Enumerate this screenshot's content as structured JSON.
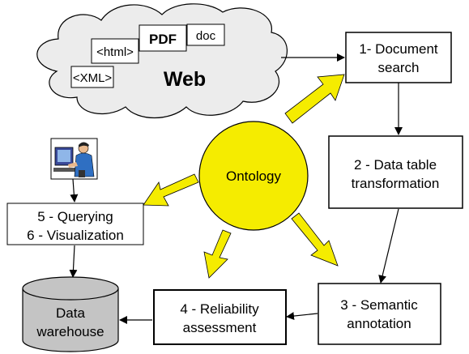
{
  "web_cloud": {
    "title": "Web",
    "doc_tags": {
      "html": "<html>",
      "pdf": "PDF",
      "doc": "doc",
      "xml": "<XML>"
    }
  },
  "ontology": {
    "label": "Ontology"
  },
  "steps": {
    "document_search": {
      "line1": "1- Document",
      "line2": "search"
    },
    "data_table_transformation": {
      "line1": "2 - Data table",
      "line2": "transformation"
    },
    "semantic_annotation": {
      "line1": "3 - Semantic",
      "line2": "annotation"
    },
    "reliability_assessment": {
      "line1": "4 - Reliability",
      "line2": "assessment"
    },
    "querying_visualization": {
      "line1": "5 - Querying",
      "line2": "6 - Visualization"
    }
  },
  "data_warehouse": {
    "line1": "Data",
    "line2": "warehouse"
  },
  "colors": {
    "ontology_fill": "#f5ec00",
    "arrow_fill": "#f5ec00",
    "cloud_fill": "#ececec",
    "cylinder_fill": "#c4c4c4",
    "border": "#000000"
  }
}
